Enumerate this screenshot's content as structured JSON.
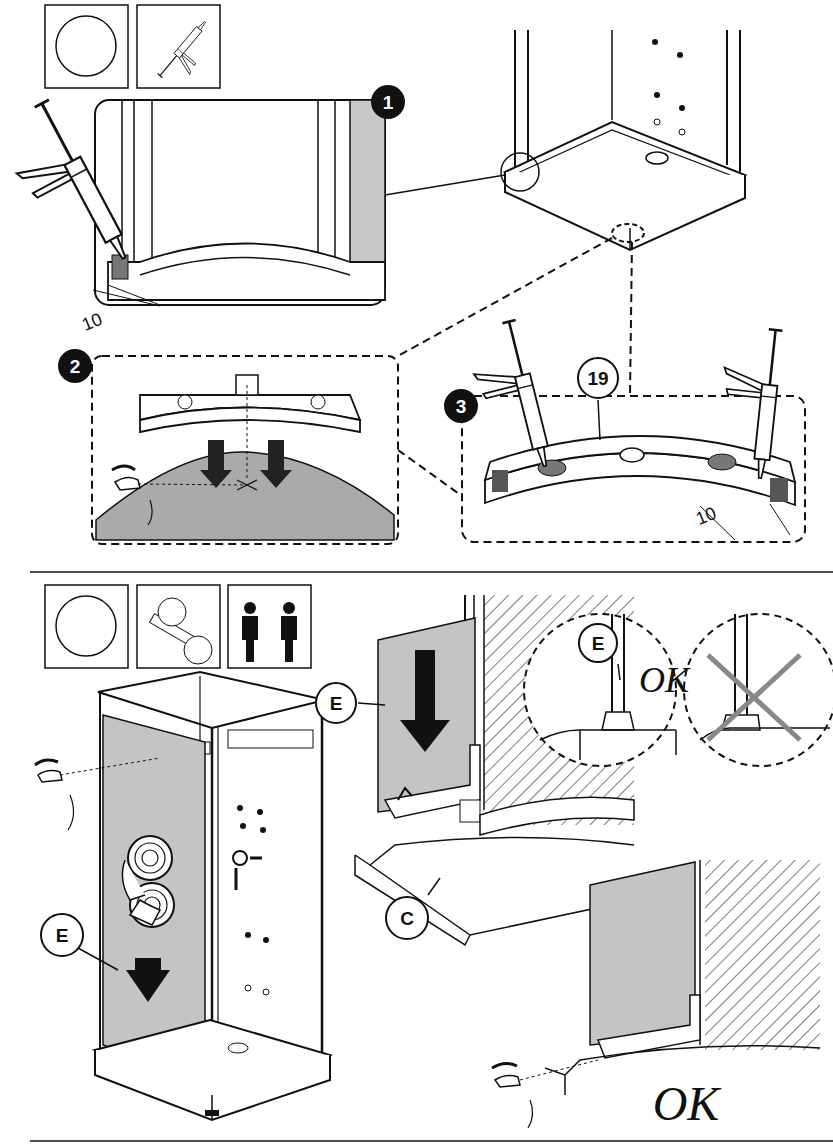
{
  "diagram": {
    "nodes": [
      {
        "text": [
          "1"
        ]
      },
      {
        "text": [
          "2"
        ]
      },
      {
        "text": [
          "3"
        ]
      },
      {
        "text": [
          "19"
        ]
      },
      {
        "text": [
          "E"
        ]
      },
      {
        "text": [
          "E"
        ]
      },
      {
        "text": [
          "E"
        ]
      },
      {
        "text": [
          "C"
        ]
      }
    ],
    "labels": [
      "10",
      "10",
      "OK",
      "OK"
    ]
  }
}
